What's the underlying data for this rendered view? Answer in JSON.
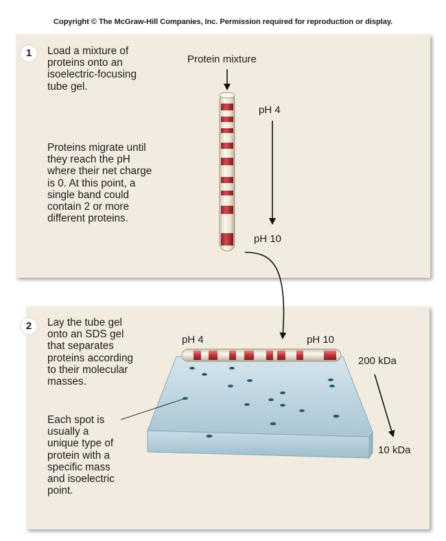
{
  "copyright": "Copyright © The McGraw-Hill Companies, Inc. Permission required for reproduction or display.",
  "step1": {
    "number": "1",
    "instruction": "Load a mixture of\nproteins onto an\nisoelectric-focusing\ntube gel.",
    "explanation": "Proteins migrate until\nthey reach the pH\nwhere their net charge\nis 0.  At this point, a\nsingle band could\ncontain 2 or more\ndifferent proteins.",
    "mixture_label": "Protein mixture",
    "ph_top_label": "pH 4",
    "ph_bottom_label": "pH 10"
  },
  "step2": {
    "number": "2",
    "instruction": "Lay the tube gel\nonto an SDS gel\nthat separates\nproteins according\nto their molecular\nmasses.",
    "spot_note": "Each spot is\nusually a\nunique type of\nprotein with a\nspecific mass\nand isoelectric\npoint.",
    "ph_left_label": "pH 4",
    "ph_right_label": "pH 10",
    "mass_top_label": "200 kDa",
    "mass_bottom_label": "10 kDa"
  },
  "colors": {
    "panel_background": "#f2ece0",
    "protein_band": "#c0323a",
    "gel_surface": "#bcd3df",
    "protein_spot": "#1f5b72"
  }
}
